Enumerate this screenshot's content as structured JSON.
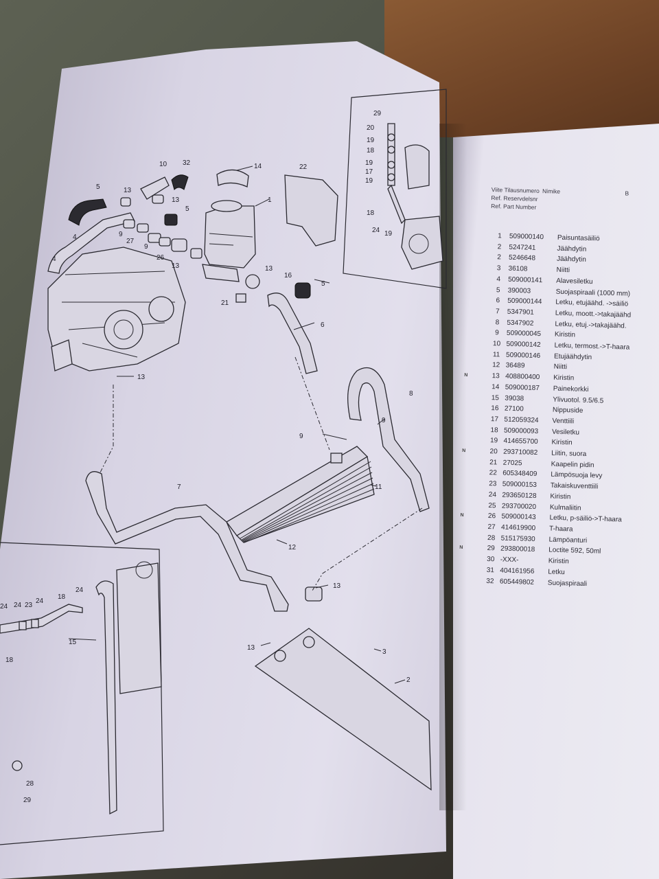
{
  "table": {
    "header_row1": [
      "Viite",
      "Tilausnumero",
      "Nimike"
    ],
    "header_row2": [
      "Ref.",
      "Reservdelsnr"
    ],
    "header_row3": [
      "Ref.",
      "Part Number"
    ],
    "header_right": "B",
    "rows": [
      {
        "ref": "1",
        "part": "509000140",
        "name": "Paisuntasäiliö"
      },
      {
        "ref": "2",
        "part": "5247241",
        "name": "Jäähdytin"
      },
      {
        "ref": "2",
        "part": "5246648",
        "name": "Jäähdytin"
      },
      {
        "ref": "3",
        "part": "36108",
        "name": "Niitti"
      },
      {
        "ref": "4",
        "part": "509000141",
        "name": "Alavesiletku"
      },
      {
        "ref": "5",
        "part": "390003",
        "name": "Suojaspiraali (1000 mm)"
      },
      {
        "ref": "6",
        "part": "509000144",
        "name": "Letku, etujäähd. ->säiliö"
      },
      {
        "ref": "7",
        "part": "5347901",
        "name": "Letku, moott.->takajäähd"
      },
      {
        "ref": "8",
        "part": "5347902",
        "name": "Letku, etuj.->takajäähd."
      },
      {
        "ref": "9",
        "part": "509000045",
        "name": "Kiristin"
      },
      {
        "ref": "10",
        "part": "509000142",
        "name": "Letku, termost.->T-haara"
      },
      {
        "ref": "11",
        "part": "509000146",
        "name": "Etujäähdytin"
      },
      {
        "ref": "12",
        "part": "36489",
        "name": "Niitti"
      },
      {
        "ref": "13",
        "part": "408800400",
        "name": "Kiristin"
      },
      {
        "ref": "14",
        "part": "509000187",
        "name": "Painekorkki"
      },
      {
        "ref": "15",
        "part": "39038",
        "name": "Ylivuotol. 9.5/6.5"
      },
      {
        "ref": "16",
        "part": "27100",
        "name": "Nippuside"
      },
      {
        "ref": "17",
        "part": "512059324",
        "name": "Venttiili"
      },
      {
        "ref": "18",
        "part": "509000093",
        "name": "Vesiletku"
      },
      {
        "ref": "19",
        "part": "414655700",
        "name": "Kiristin"
      },
      {
        "ref": "20",
        "part": "293710082",
        "name": "Liitin, suora"
      },
      {
        "ref": "21",
        "part": "27025",
        "name": "Kaapelin pidin"
      },
      {
        "ref": "22",
        "part": "605348409",
        "name": "Lämpösuoja levy"
      },
      {
        "ref": "23",
        "part": "509000153",
        "name": "Takaiskuventtiili"
      },
      {
        "ref": "24",
        "part": "293650128",
        "name": "Kiristin"
      },
      {
        "ref": "25",
        "part": "293700020",
        "name": "Kulmaliitin"
      },
      {
        "ref": "26",
        "part": "509000143",
        "name": "Letku, p-säiliö->T-haara"
      },
      {
        "ref": "27",
        "part": "414619900",
        "name": "T-haara"
      },
      {
        "ref": "28",
        "part": "515175930",
        "name": "Lämpöanturi"
      },
      {
        "ref": "29",
        "part": "293800018",
        "name": "Loctite 592, 50ml"
      },
      {
        "ref": "30",
        "part": "-XXX-",
        "name": "Kiristin"
      },
      {
        "ref": "31",
        "part": "404161956",
        "name": "Letku"
      },
      {
        "ref": "32",
        "part": "605449802",
        "name": "Suojaspiraali"
      }
    ],
    "new_marks": [
      {
        "row": 13,
        "text": "N"
      },
      {
        "row": 20,
        "text": "N"
      },
      {
        "row": 26,
        "text": "N"
      },
      {
        "row": 29,
        "text": "N"
      }
    ]
  },
  "diagram": {
    "labels": {
      "l1": "1",
      "l2": "2",
      "l3": "3",
      "l4": "4",
      "l5a": "5",
      "l5b": "5",
      "l5c": "5",
      "l6": "6",
      "l7": "7",
      "l8": "8",
      "l9a": "9",
      "l9b": "9",
      "l9c": "9",
      "l9d": "9",
      "l10": "10",
      "l11": "11",
      "l12": "12",
      "l13a": "13",
      "l13b": "13",
      "l13c": "13",
      "l13d": "13",
      "l13e": "13",
      "l13f": "13",
      "l13g": "13",
      "l14": "14",
      "l15": "15",
      "l16": "16",
      "l18a": "18",
      "l18b": "18",
      "l21": "21",
      "l22": "22",
      "l23": "23",
      "l24a": "24",
      "l24b": "24",
      "l24c": "24",
      "l24d": "24",
      "l26": "26",
      "l27": "27",
      "l28": "28",
      "l29": "29",
      "l32": "32",
      "l4b": "4",
      "i29": "29",
      "i20": "20",
      "i19a": "19",
      "i18": "18",
      "i19b": "19",
      "i17": "17",
      "i19c": "19",
      "i18b": "18",
      "i24": "24",
      "i19d": "19"
    }
  }
}
